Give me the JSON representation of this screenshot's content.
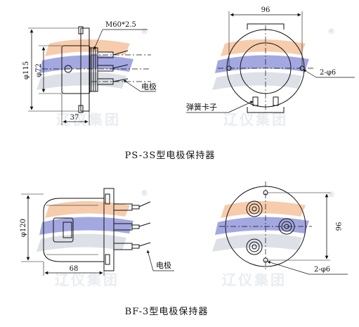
{
  "watermark": {
    "company_text": "辽仪集团",
    "registered_mark": "®",
    "colors": {
      "blue": "#5a62c8",
      "orange": "#f0a36a",
      "gray": "#c3c8d4"
    }
  },
  "ps3s": {
    "caption": "PS-3S型电极保持器",
    "side_view": {
      "dim_outer_dia": "φ115",
      "dim_inner_dia": "φ72",
      "dim_length": "37",
      "thread_label": "M60*2.5",
      "electrode_label": "电极"
    },
    "front_view": {
      "dim_width": "96",
      "holes_label": "2-φ6",
      "spring_clip_label": "弹簧卡子"
    }
  },
  "bf3": {
    "caption": "BF-3型电极保持器",
    "side_view": {
      "dim_dia": "φ120",
      "dim_length": "68",
      "electrode_label": "电极"
    },
    "front_view": {
      "dim_height": "96",
      "holes_label": "2-φ6"
    }
  }
}
